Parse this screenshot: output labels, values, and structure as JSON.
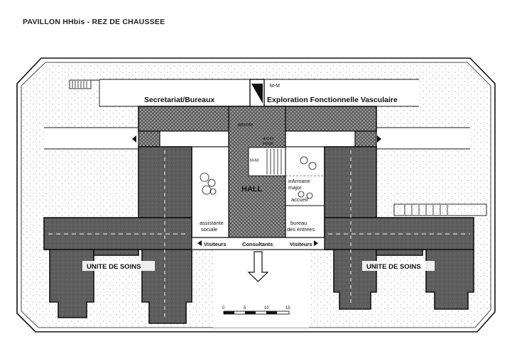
{
  "title": "PAVILLON HHbis - REZ DE CHAUSSEE",
  "labels": {
    "mm": "M-M",
    "secretariat": "Secretariat/Bureaux",
    "exploration": "Exploration Fonctionnelle Vasculaire",
    "attente": "attente",
    "acces_etage_1": "acces",
    "acces_etage_2": "etage",
    "mm_small": "M-M",
    "hall": "HALL",
    "infirmiere_1": "infirmiere",
    "infirmiere_2": "major",
    "accueil": "accueil",
    "assistante_1": "assistante",
    "assistante_2": "sociale",
    "bureau_1": "bureau",
    "bureau_2": "des entrees",
    "visiteurs_left": "Visiteurs",
    "consultants": "Consultants",
    "visiteurs_right": "Visiteurs",
    "unite_left": "UNITE DE SOINS",
    "unite_right": "UNITE DE SOINS"
  },
  "scale": {
    "ticks": [
      "0",
      "5",
      "10",
      "15"
    ]
  },
  "colors": {
    "ink": "#111111",
    "wing_fill": "#5e5e5e",
    "paper": "#ffffff"
  }
}
